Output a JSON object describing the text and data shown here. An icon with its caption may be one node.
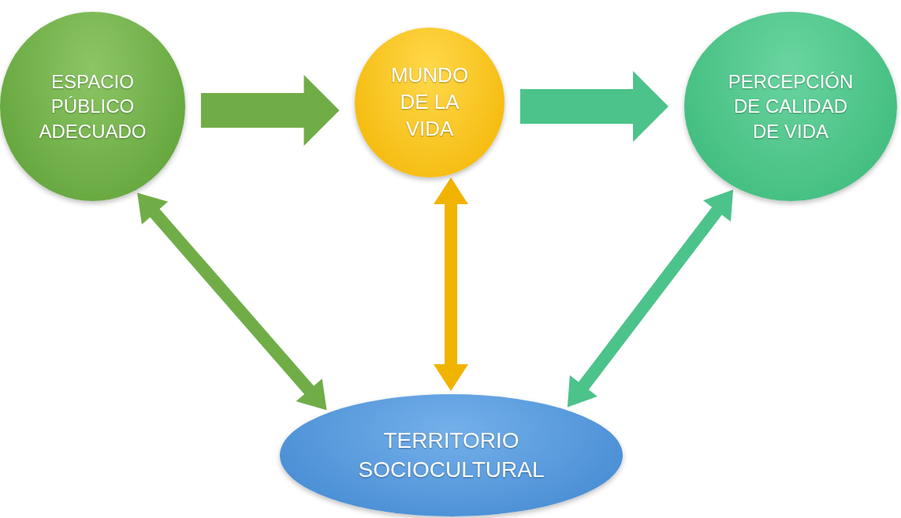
{
  "diagram": {
    "nodes": [
      {
        "text": [
          "ESPACIO PÚBLICO ADECUADO"
        ]
      },
      {
        "text": [
          "MUNDO DE LA VIDA"
        ]
      },
      {
        "text": [
          "PERCEPCIÓN DE CALIDAD DE VIDA"
        ]
      },
      {
        "text": [
          "TERRITORIO SOCIOCULTURAL"
        ]
      }
    ],
    "edges": [
      {
        "from": 0,
        "to": 1,
        "arrow": "to",
        "style": "thick",
        "color": "#70ad47"
      },
      {
        "from": 1,
        "to": 2,
        "arrow": "to",
        "style": "thick",
        "color": "#4cc38a"
      },
      {
        "from": 0,
        "to": 3,
        "arrow": "both",
        "color": "#70ad47"
      },
      {
        "from": 1,
        "to": 3,
        "arrow": "both",
        "color": "#f0b400"
      },
      {
        "from": 2,
        "to": 3,
        "arrow": "both",
        "color": "#4cc38a"
      }
    ]
  }
}
